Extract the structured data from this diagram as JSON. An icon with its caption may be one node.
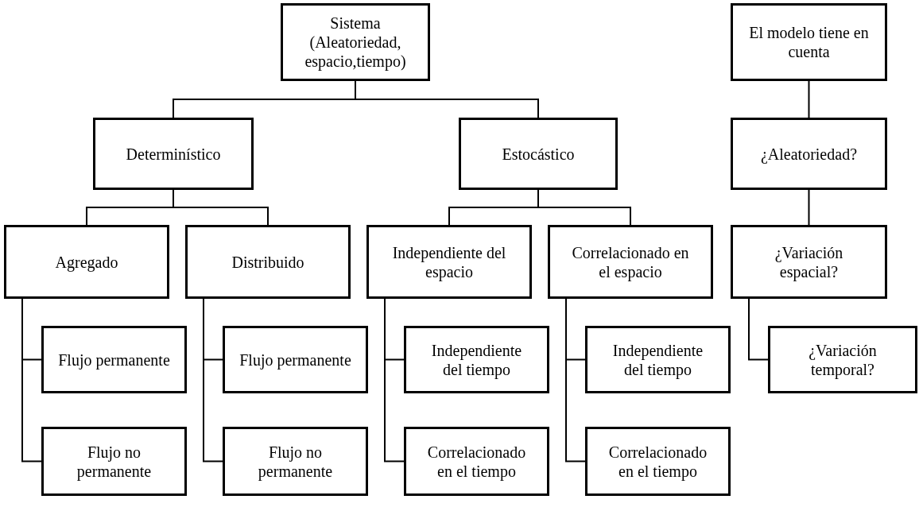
{
  "diagram": {
    "nodes": [
      {
        "text": [
          "Sistema (Aleatoriedad, espacio,tiempo)"
        ]
      },
      {
        "text": [
          "El modelo tiene en cuenta"
        ]
      },
      {
        "text": [
          "Determinístico"
        ]
      },
      {
        "text": [
          "Estocástico"
        ]
      },
      {
        "text": [
          "¿Aleatoriedad?"
        ]
      },
      {
        "text": [
          "Agregado"
        ]
      },
      {
        "text": [
          "Distribuido"
        ]
      },
      {
        "text": [
          "Independiente del espacio"
        ]
      },
      {
        "text": [
          "Correlacionado en el espacio"
        ]
      },
      {
        "text": [
          "¿Variación espacial?"
        ]
      },
      {
        "text": [
          "Flujo permanente"
        ]
      },
      {
        "text": [
          "Flujo permanente"
        ]
      },
      {
        "text": [
          "Independiente del tiempo"
        ]
      },
      {
        "text": [
          "Independiente del tiempo"
        ]
      },
      {
        "text": [
          "¿Variación temporal?"
        ]
      },
      {
        "text": [
          "Flujo no permanente"
        ]
      },
      {
        "text": [
          "Flujo no permanente"
        ]
      },
      {
        "text": [
          "Correlacionado en el tiempo"
        ]
      },
      {
        "text": [
          "Correlacionado en el tiempo"
        ]
      }
    ],
    "edges": [
      {
        "from": 0,
        "to": 2,
        "arrow": "none"
      },
      {
        "from": 0,
        "to": 3,
        "arrow": "none"
      },
      {
        "from": 2,
        "to": 5,
        "arrow": "none"
      },
      {
        "from": 2,
        "to": 6,
        "arrow": "none"
      },
      {
        "from": 3,
        "to": 7,
        "arrow": "none"
      },
      {
        "from": 3,
        "to": 8,
        "arrow": "none"
      },
      {
        "from": 5,
        "to": 10,
        "arrow": "none"
      },
      {
        "from": 5,
        "to": 15,
        "arrow": "none"
      },
      {
        "from": 6,
        "to": 11,
        "arrow": "none"
      },
      {
        "from": 6,
        "to": 16,
        "arrow": "none"
      },
      {
        "from": 7,
        "to": 12,
        "arrow": "none"
      },
      {
        "from": 7,
        "to": 17,
        "arrow": "none"
      },
      {
        "from": 8,
        "to": 13,
        "arrow": "none"
      },
      {
        "from": 8,
        "to": 18,
        "arrow": "none"
      },
      {
        "from": 1,
        "to": 4,
        "arrow": "none"
      },
      {
        "from": 4,
        "to": 9,
        "arrow": "none"
      },
      {
        "from": 9,
        "to": 14,
        "arrow": "none"
      }
    ]
  }
}
